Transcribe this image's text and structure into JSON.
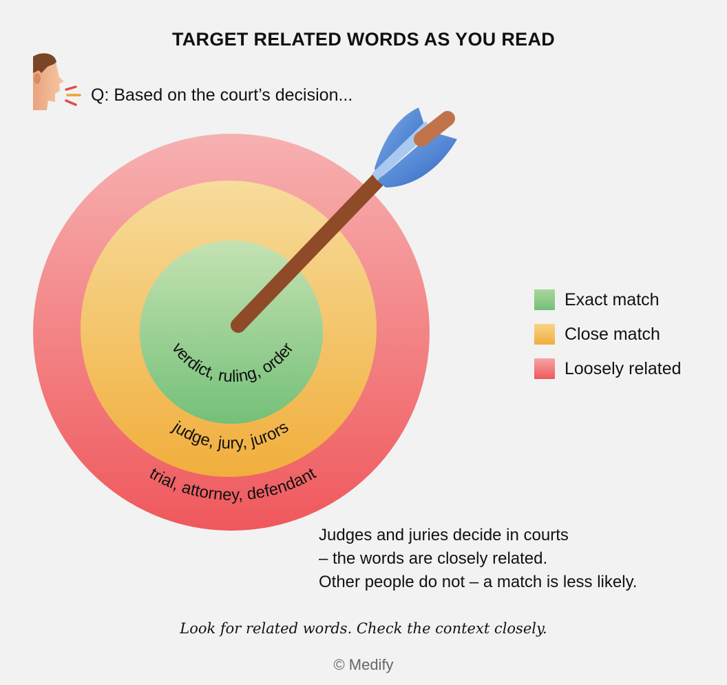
{
  "title": "TARGET RELATED WORDS AS YOU READ",
  "question": "Q: Based on the court’s decision...",
  "rings": {
    "inner": {
      "words": "verdict, ruling, order",
      "color_light": "#c5e2b2",
      "color_dark": "#74c079"
    },
    "middle": {
      "words": "judge, jury, jurors",
      "color_light": "#f7dc9c",
      "color_dark": "#f1ae3c"
    },
    "outer": {
      "words": "trial, attorney, defendant",
      "color_light": "#f7b1b1",
      "color_dark": "#ef585c"
    }
  },
  "legend": [
    {
      "label": "Exact match",
      "color_light": "#a8d69a",
      "color_dark": "#74c079"
    },
    {
      "label": "Close match",
      "color_light": "#f7d48a",
      "color_dark": "#f1ae3c"
    },
    {
      "label": "Loosely related",
      "color_light": "#f6a4a6",
      "color_dark": "#ef585c"
    }
  ],
  "explanation": [
    "Judges and juries decide in courts",
    "– the words are closely related.",
    "Other people do not – a match is less likely."
  ],
  "tip": "Look for related words. Check the context closely.",
  "copyright": "© Medify",
  "icons": {
    "speaker": "speaking-person-icon",
    "arrow": "arrow-icon"
  }
}
